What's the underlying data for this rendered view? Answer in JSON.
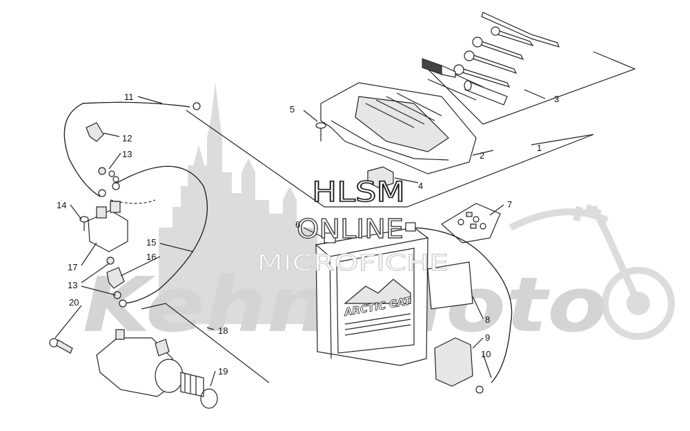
{
  "callouts": [
    {
      "id": "callout-1",
      "text": "1"
    },
    {
      "id": "callout-2",
      "text": "2"
    },
    {
      "id": "callout-3",
      "text": "3"
    },
    {
      "id": "callout-4",
      "text": "4"
    },
    {
      "id": "callout-5",
      "text": "5"
    },
    {
      "id": "callout-6",
      "text": "6"
    },
    {
      "id": "callout-7",
      "text": "7"
    },
    {
      "id": "callout-8",
      "text": "8"
    },
    {
      "id": "callout-9",
      "text": "9"
    },
    {
      "id": "callout-10",
      "text": "10"
    },
    {
      "id": "callout-11",
      "text": "11"
    },
    {
      "id": "callout-12",
      "text": "12"
    },
    {
      "id": "callout-13a",
      "text": "13"
    },
    {
      "id": "callout-13b",
      "text": "13"
    },
    {
      "id": "callout-14",
      "text": "14"
    },
    {
      "id": "callout-15",
      "text": "15"
    },
    {
      "id": "callout-16",
      "text": "16"
    },
    {
      "id": "callout-17",
      "text": "17"
    },
    {
      "id": "callout-18",
      "text": "18"
    },
    {
      "id": "callout-19",
      "text": "19"
    },
    {
      "id": "callout-20",
      "text": "20"
    }
  ],
  "watermark": {
    "line1": "HLSM",
    "line2": "ONLINE",
    "line3": "MICROFICHE",
    "brand": "Kehn Moto"
  },
  "battery_label": {
    "brand": "ARCTIC CAT"
  },
  "colors": {
    "ink": "#222222",
    "watermark": "#d4d4d4",
    "background": "#ffffff"
  }
}
